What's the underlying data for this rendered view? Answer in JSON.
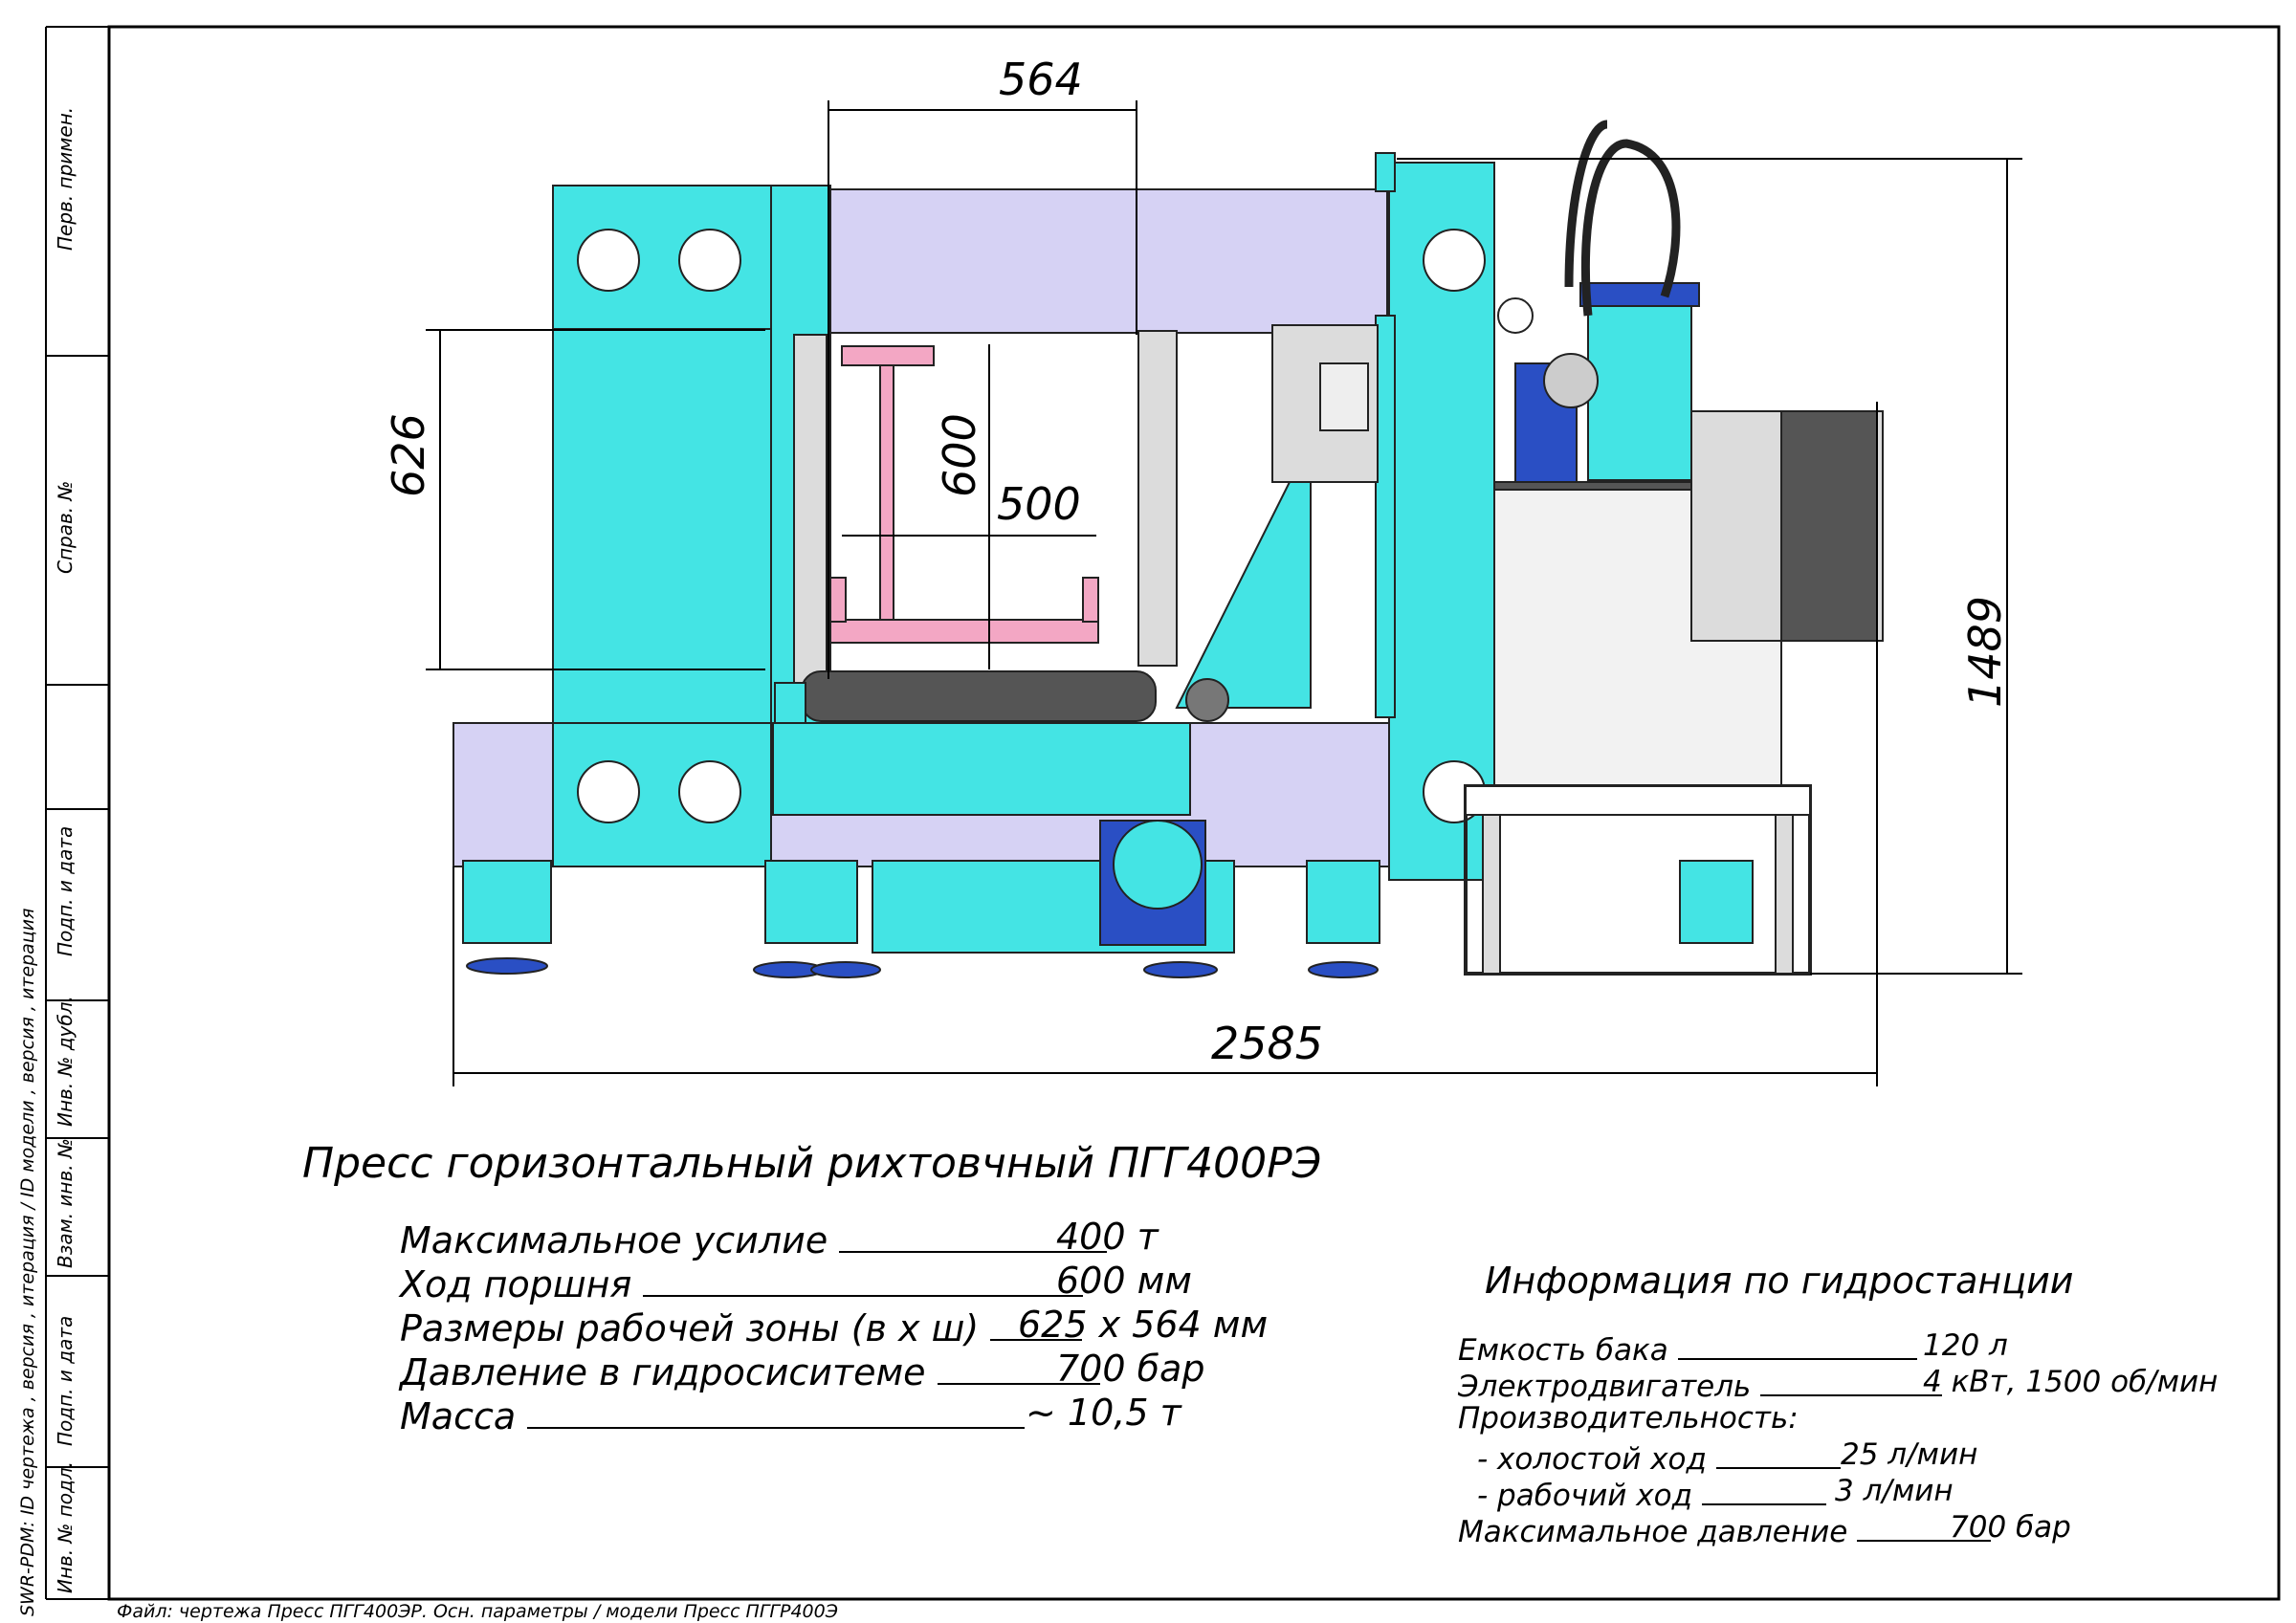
{
  "dimensions": {
    "width_564": "564",
    "height_626": "626",
    "height_600": "600",
    "width_500": "500",
    "height_1489": "1489",
    "width_2585": "2585"
  },
  "title": "Пресс горизонтальный рихтовчный ПГГ400РЭ",
  "specs": [
    {
      "label": "Максимальное усилие",
      "value": "400 т"
    },
    {
      "label": "Ход поршня",
      "value": "600 мм"
    },
    {
      "label": "Размеры рабочей зоны (в х ш)",
      "value": "625 х 564 мм"
    },
    {
      "label": "Давление в гидросиситеме",
      "value": "700 бар"
    },
    {
      "label": "Масса",
      "value": "~ 10,5 т"
    }
  ],
  "hydro": {
    "heading": "Информация по гидростанции",
    "items": [
      {
        "label": "Емкость бака",
        "value": "120 л"
      },
      {
        "label": "Электродвигатель",
        "value": "4 кВт, 1500 об/мин"
      },
      {
        "label": "Производительность:",
        "value": ""
      },
      {
        "label": "- холостой ход",
        "value": "25 л/мин"
      },
      {
        "label": "- рабочий ход",
        "value": "3 л/мин"
      },
      {
        "label": "Максимальное давление",
        "value": "700 бар"
      }
    ]
  },
  "stamp": {
    "perv_primen": "Перв. примен.",
    "sprav_no": "Справ. №",
    "podp_data_1": "Подп. и дата",
    "inv_dubl": "Инв. № дубл.",
    "vzam_inv": "Взам. инв. №",
    "podp_data_2": "Подп. и дата",
    "inv_podl": "Инв. № подл.",
    "swr": "SWR-PDM: ID чертежа , версия , итерация / ID модели , версия , итерация"
  },
  "footer": "Файл: чертежа Пресс ПГГ400ЭР. Осн. параметры / модели Пресс ПГГР400Э",
  "colors": {
    "cyan": "#44e4e4",
    "lavender": "#d6d2f4",
    "pink": "#f3a7c4",
    "grey": "#dcdcdc",
    "blue": "#2a4fc4"
  }
}
